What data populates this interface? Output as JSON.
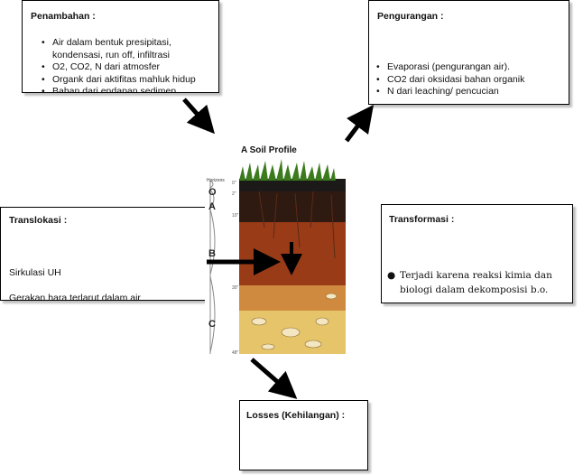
{
  "penambahan": {
    "title": "Penambahan :",
    "items": [
      "Air dalam bentuk presipitasi, kondensasi, run off, infiltrasi",
      "O2, CO2, N dari atmosfer",
      "Organk dari aktifitas mahluk hidup",
      "Bahan dari endapan sedimen"
    ]
  },
  "pengurangan": {
    "title": "Pengurangan :",
    "items": [
      "Evaporasi (pengurangan air).",
      "CO2 dari oksidasi bahan organik",
      "N dari leaching/ pencucian"
    ]
  },
  "translokasi": {
    "title": "Translokasi :",
    "lines": [
      "Sirkulasi UH",
      "Gerakan hara terlarut dalam air"
    ]
  },
  "transformasi": {
    "title": "Transformasi :",
    "item": "Terjadi karena reaksi kimia dan biologi dalam dekomposisi b.o."
  },
  "losses": {
    "title": "Losses (Kehilangan) :"
  },
  "soil_profile": {
    "title": "A Soil Profile",
    "horizons_label": "Horizons",
    "horizons": [
      "O",
      "A",
      "B",
      "C"
    ],
    "depths": [
      "0\"",
      "2\"",
      "10\"",
      "30\"",
      "48\""
    ],
    "colors": {
      "grass": "#3c7a1e",
      "o_horizon": "#1c1a18",
      "a_horizon": "#6b2a12",
      "b_horizon": "#9a3b18",
      "c_horizon": "#e6c46a"
    }
  }
}
